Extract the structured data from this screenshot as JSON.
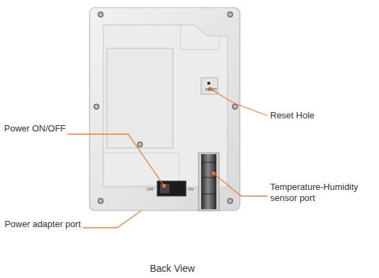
{
  "diagram": {
    "caption": "Back View",
    "labels": [
      "Reset Hole",
      "Power ON/OFF",
      "Temperature-Humidity sensor port",
      "Power adapter port",
      "RESET",
      "OFF",
      "ON"
    ]
  }
}
